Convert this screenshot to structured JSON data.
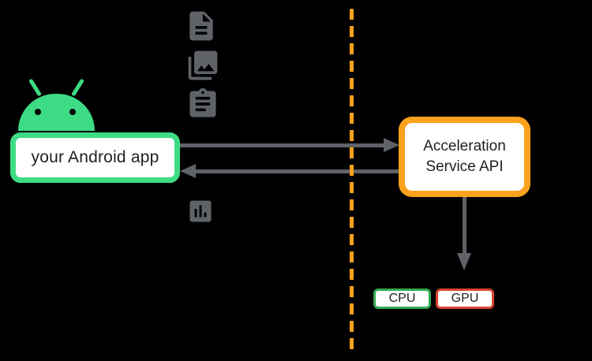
{
  "diagram": {
    "background_color": "#000000",
    "android_logo": {
      "name": "android-robot-head",
      "color": "#3DDC84"
    },
    "app_node": {
      "label": "your Android app",
      "border_color": "#3DDC84",
      "fill_color": "#FFFFFF"
    },
    "input_icons": [
      {
        "name": "document-icon"
      },
      {
        "name": "photo-library-icon"
      },
      {
        "name": "clipboard-icon"
      }
    ],
    "metrics_icon": {
      "name": "bar-chart-icon"
    },
    "icon_color": "#5F6368",
    "arrows": {
      "color": "#5F6368",
      "app_to_service": "right",
      "service_to_app": "left",
      "service_to_hardware": "down"
    },
    "boundary": {
      "style": "vertical-dashed",
      "color": "#FAA21E"
    },
    "service_node": {
      "label_line1": "Acceleration",
      "label_line2": "Service API",
      "border_color": "#FAA21E",
      "fill_color": "#FFFFFF"
    },
    "hardware": {
      "cpu": {
        "label": "CPU",
        "border_color": "#34A853"
      },
      "gpu": {
        "label": "GPU",
        "border_color": "#D7452E"
      }
    }
  }
}
